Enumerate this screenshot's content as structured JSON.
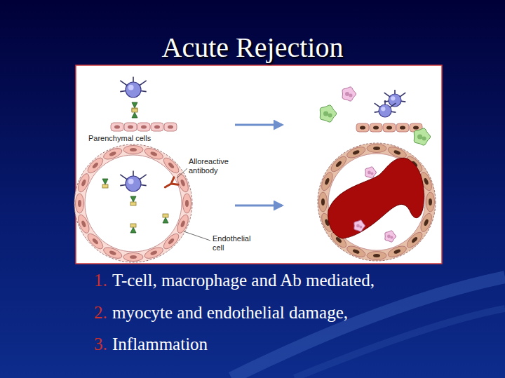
{
  "diagram": {
    "title": "Acute Rejection",
    "labels": [
      "Parenchymal cells",
      "Alloreactive antibody",
      "Endothelial cell",
      "1.",
      "T-cell, macrophage and Ab mediated,",
      "2.",
      "myocyte and endothelial damage,",
      "3.",
      "Inflammation"
    ]
  }
}
